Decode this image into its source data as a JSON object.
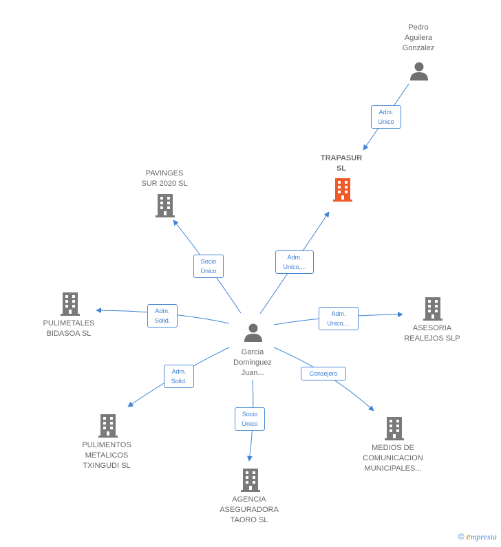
{
  "colors": {
    "edge": "#3d85d6",
    "company": "#7a7a7a",
    "focus_company": "#f05a28",
    "person": "#707070"
  },
  "nodes": {
    "pedro": {
      "lines": [
        "Pedro",
        "Aguilera",
        "Gonzalez"
      ],
      "icon": "person-icon"
    },
    "trapasur": {
      "lines": [
        "TRAPASUR",
        "SL"
      ],
      "icon": "building-icon"
    },
    "pavinges": {
      "lines": [
        "PAVINGES",
        "SUR 2020  SL"
      ],
      "icon": "building-icon"
    },
    "pulimetales": {
      "lines": [
        "PULIMETALES",
        "BIDASOA SL"
      ],
      "icon": "building-icon"
    },
    "asesoria": {
      "lines": [
        "ASESORIA",
        "REALEJOS SLP"
      ],
      "icon": "building-icon"
    },
    "garcia": {
      "lines": [
        "Garcia",
        "Dominguez",
        "Juan..."
      ],
      "icon": "person-icon"
    },
    "pulimentos": {
      "lines": [
        "PULIMENTOS",
        "METALICOS",
        "TXINGUDI  SL"
      ],
      "icon": "building-icon"
    },
    "medios": {
      "lines": [
        "MEDIOS DE",
        "COMUNICACION",
        "MUNICIPALES..."
      ],
      "icon": "building-icon"
    },
    "agencia": {
      "lines": [
        "AGENCIA",
        "ASEGURADORA",
        "TAORO SL"
      ],
      "icon": "building-icon"
    }
  },
  "edges": {
    "pedro_trapasur": {
      "lines": [
        "Adm.",
        "Unico"
      ]
    },
    "garcia_trapasur": {
      "lines": [
        "Adm.",
        "Unico,..."
      ]
    },
    "garcia_pavinges": {
      "lines": [
        "Socio",
        "Único"
      ]
    },
    "garcia_pulimetales": {
      "lines": [
        "Adm.",
        "Solid."
      ]
    },
    "garcia_asesoria": {
      "lines": [
        "Adm.",
        "Unico,..."
      ]
    },
    "garcia_pulimentos": {
      "lines": [
        "Adm.",
        "Solid."
      ]
    },
    "garcia_medios": {
      "lines": [
        "Consejero"
      ]
    },
    "garcia_agencia": {
      "lines": [
        "Socio",
        "Único"
      ]
    }
  },
  "footer": {
    "copyright": "©",
    "brand_initial": "e",
    "brand_rest": "mpresia"
  }
}
